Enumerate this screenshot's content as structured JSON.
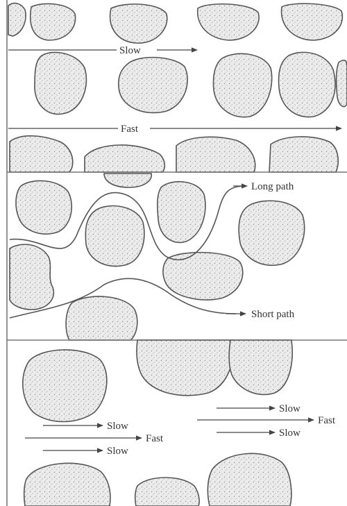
{
  "colors": {
    "grain_fill": "#e9e9e9",
    "stroke": "#555555",
    "background": "#ffffff"
  },
  "panel_top": {
    "label_slow": "Slow",
    "label_fast": "Fast"
  },
  "panel_middle": {
    "label_long": "Long path",
    "label_short": "Short path"
  },
  "panel_bottom": {
    "left_slow_upper": "Slow",
    "left_fast": "Fast",
    "left_slow_lower": "Slow",
    "right_slow_upper": "Slow",
    "right_fast": "Fast",
    "right_slow_lower": "Slow"
  }
}
